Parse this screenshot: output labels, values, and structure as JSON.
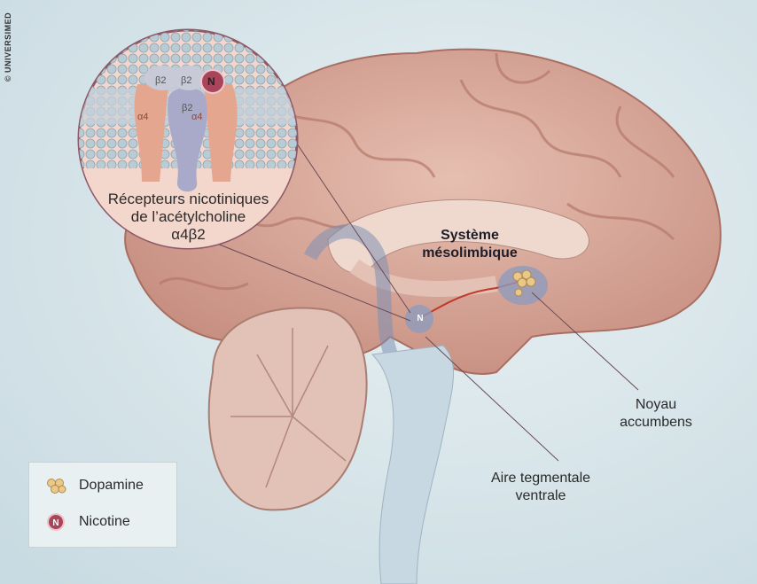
{
  "credit": "© UNIVERSIMED",
  "inset": {
    "subunits": [
      "β2",
      "β2",
      "β2",
      "α4",
      "α4"
    ],
    "nicotine_symbol": "N",
    "caption_line1": "Récepteurs nicotiniques",
    "caption_line2": "de l’acétylcholine",
    "caption_line3": "α4β2"
  },
  "labels": {
    "system_line1": "Système",
    "system_line2": "mésolimbique",
    "nucleus_line1": "Noyau",
    "nucleus_line2": "accumbens",
    "vta_line1": "Aire tegmentale",
    "vta_line2": "ventrale",
    "vta_symbol": "N"
  },
  "legend": {
    "items": [
      {
        "label": "Dopamine",
        "icon": "dopamine-cluster-icon"
      },
      {
        "label": "Nicotine",
        "icon": "nicotine-n-icon",
        "symbol": "N"
      }
    ]
  },
  "colors": {
    "background": "#d3e2e8",
    "brain": "#d8a596",
    "nicotine": "#a8455a",
    "pathway": "#c0392b"
  }
}
